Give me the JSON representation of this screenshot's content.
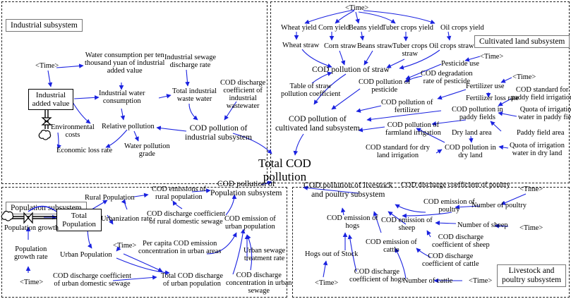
{
  "panels": {
    "industrial": "Industrial subsystem",
    "cultivated": "Cultivated land subsystem",
    "population": "Population subsystem",
    "livestock": "Livestock and\npoultry subsystem"
  },
  "center": "Total COD\npollution",
  "industrial": {
    "time": "<Time>",
    "water_per_ten_thousand": "Water consumption per ten\nthousand yuan of industrial\nadded value",
    "sewage_rate": "Industrial sewage\ndischarge rate",
    "added_value": "Industrial\nadded value",
    "water_consumption": "Industrial water\nconsumption",
    "total_waste_water": "Total industrial\nwaste water",
    "cod_coeff": "COD discharge\ncoefficient of\nindustrial\nwastewater",
    "env_costs": "Environmental\ncosts",
    "relative_pollution": "Relative pollution",
    "cod_pollution": "COD pollution of\nindustrial subsystem",
    "economic_loss": "Economic loss rate",
    "pollution_grade": "Water pollution\ngrade"
  },
  "cultivated": {
    "time": "<Time>",
    "wheat_yield": "Wheat yield",
    "corn_yield": "Corn yield",
    "beans_yield": "Beans yield",
    "tuber_yield": "Tuber crops yield",
    "oil_yield": "Oil crops yield",
    "wheat_straw": "Wheat straw",
    "corn_straw": "Corn straw",
    "beans_straw": "Beans straw",
    "tuber_straw": "Tuber crops\nstraw",
    "oil_straw": "Oil crops straw",
    "time2": "<Time>",
    "pesticide_use": "Pesticide use",
    "cod_straw": "COD pollution of straw",
    "degradation_rate": "COD degradation\nrate of pesticide",
    "cod_pesticide": "COD pollution of\npesticide",
    "time3": "<Time>",
    "fertilizer_use": "Fertilizer use",
    "fertilizer_loss": "Fertilizer loss rate",
    "straw_coeff": "Table of straw\npollution coefficient",
    "cod_fertilizer": "COD pollution of\nfertilizer",
    "paddy_std": "COD standard for\npaddy field irrigation",
    "cod_paddy": "COD pollution in\npaddy fields",
    "paddy_quota": "Quota of irrigation\nwater in paddy field",
    "cod_cultivated": "COD pollution of\ncultivated land subsystem",
    "cod_farmland": "COD pollution of\nfarmland irrigation",
    "dry_area": "Dry land area",
    "paddy_area": "Paddy field area",
    "dry_std": "COD standard for dry\nland irrigation",
    "cod_dry": "COD pollution in\ndry land",
    "dry_quota": "Quota of irrigation\nwater in dry land"
  },
  "population": {
    "rural": "Rural Population",
    "cod_rural": "COD emissions of\nrural population",
    "cod_pop": "COD pollution of\nPopulation subsystem",
    "total": "Total\nPopulation",
    "urbanization": "Urbanization rate",
    "rural_coeff": "COD discharge coefficient\nof rural domestic sewage",
    "cod_urban": "COD emission of\nurban population",
    "growth": "Population growth",
    "time": "<Time>",
    "per_capita": "Per capita COD emission\nconcentration in urban areas",
    "growth_rate": "Population\ngrowth rate",
    "urban": "Urban Population",
    "sewage_treat": "Urban sewage\ntreatment rate",
    "time2": "<Time>",
    "urban_coeff": "COD discharge coefficient\nof urban domestic sewage",
    "total_discharge": "Total COD discharge\nof urban population",
    "concentration": "COD discharge\nconcentration in urban\nsewage"
  },
  "livestock": {
    "cod_livestock": "COD pollution of livestock\nand poultry subsystem",
    "poultry_coeff": "COD discharge coefficient of poultry",
    "time_a": "<Time>",
    "cod_poultry": "COD emission of\npoultry",
    "num_poultry": "Number of poultry",
    "cod_hogs": "COD emission of\nhogs",
    "cod_sheep": "COD emission of\nsheep",
    "num_sheep": "Number of sheep",
    "time_b": "<Time>",
    "sheep_coeff": "COD discharge\ncoefficient of sheep",
    "cod_cattle": "COD emission of\ncattle",
    "hogs_stock": "Hogs out of Stock",
    "cattle_coeff": "COD discharge\ncoefficient of cattle",
    "hogs_coeff": "COD discharge\ncoefficient of hogs",
    "time_c": "<Time>",
    "num_cattle": "Number of cattle",
    "time_d": "<Time>"
  }
}
